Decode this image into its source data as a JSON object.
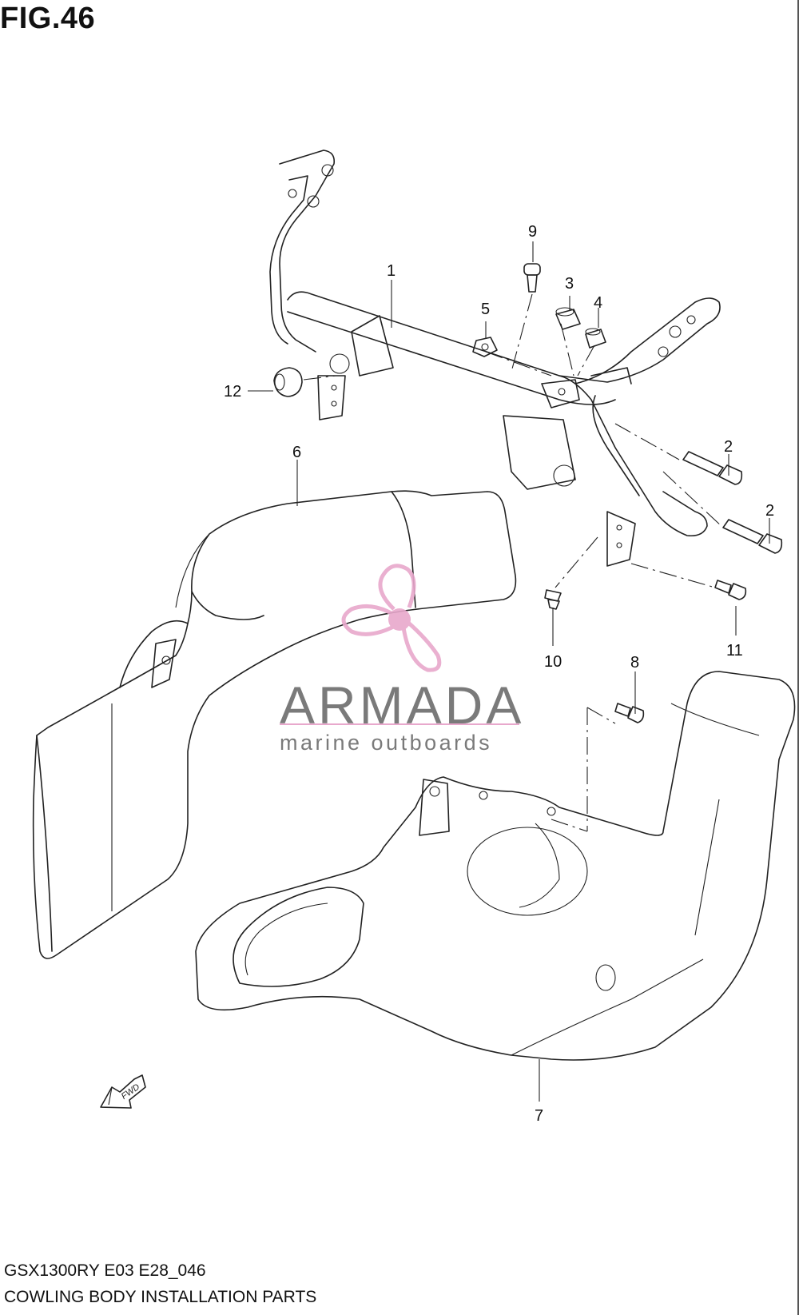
{
  "figure_label": "FIG.46",
  "model_code": "GSX1300RY  E03  E28_046",
  "caption": "COWLING BODY INSTALLATION PARTS",
  "watermark": {
    "name": "ARMADA",
    "tagline": "marine outboards",
    "name_color": "#7a7a7a",
    "accent_color": "#e8a8cc"
  },
  "direction_arrow_text": "FWD",
  "callouts": {
    "p1": "1",
    "p2a": "2",
    "p2b": "2",
    "p3": "3",
    "p4": "4",
    "p5": "5",
    "p6": "6",
    "p7": "7",
    "p8": "8",
    "p9": "9",
    "p10": "10",
    "p11": "11",
    "p12": "12"
  }
}
